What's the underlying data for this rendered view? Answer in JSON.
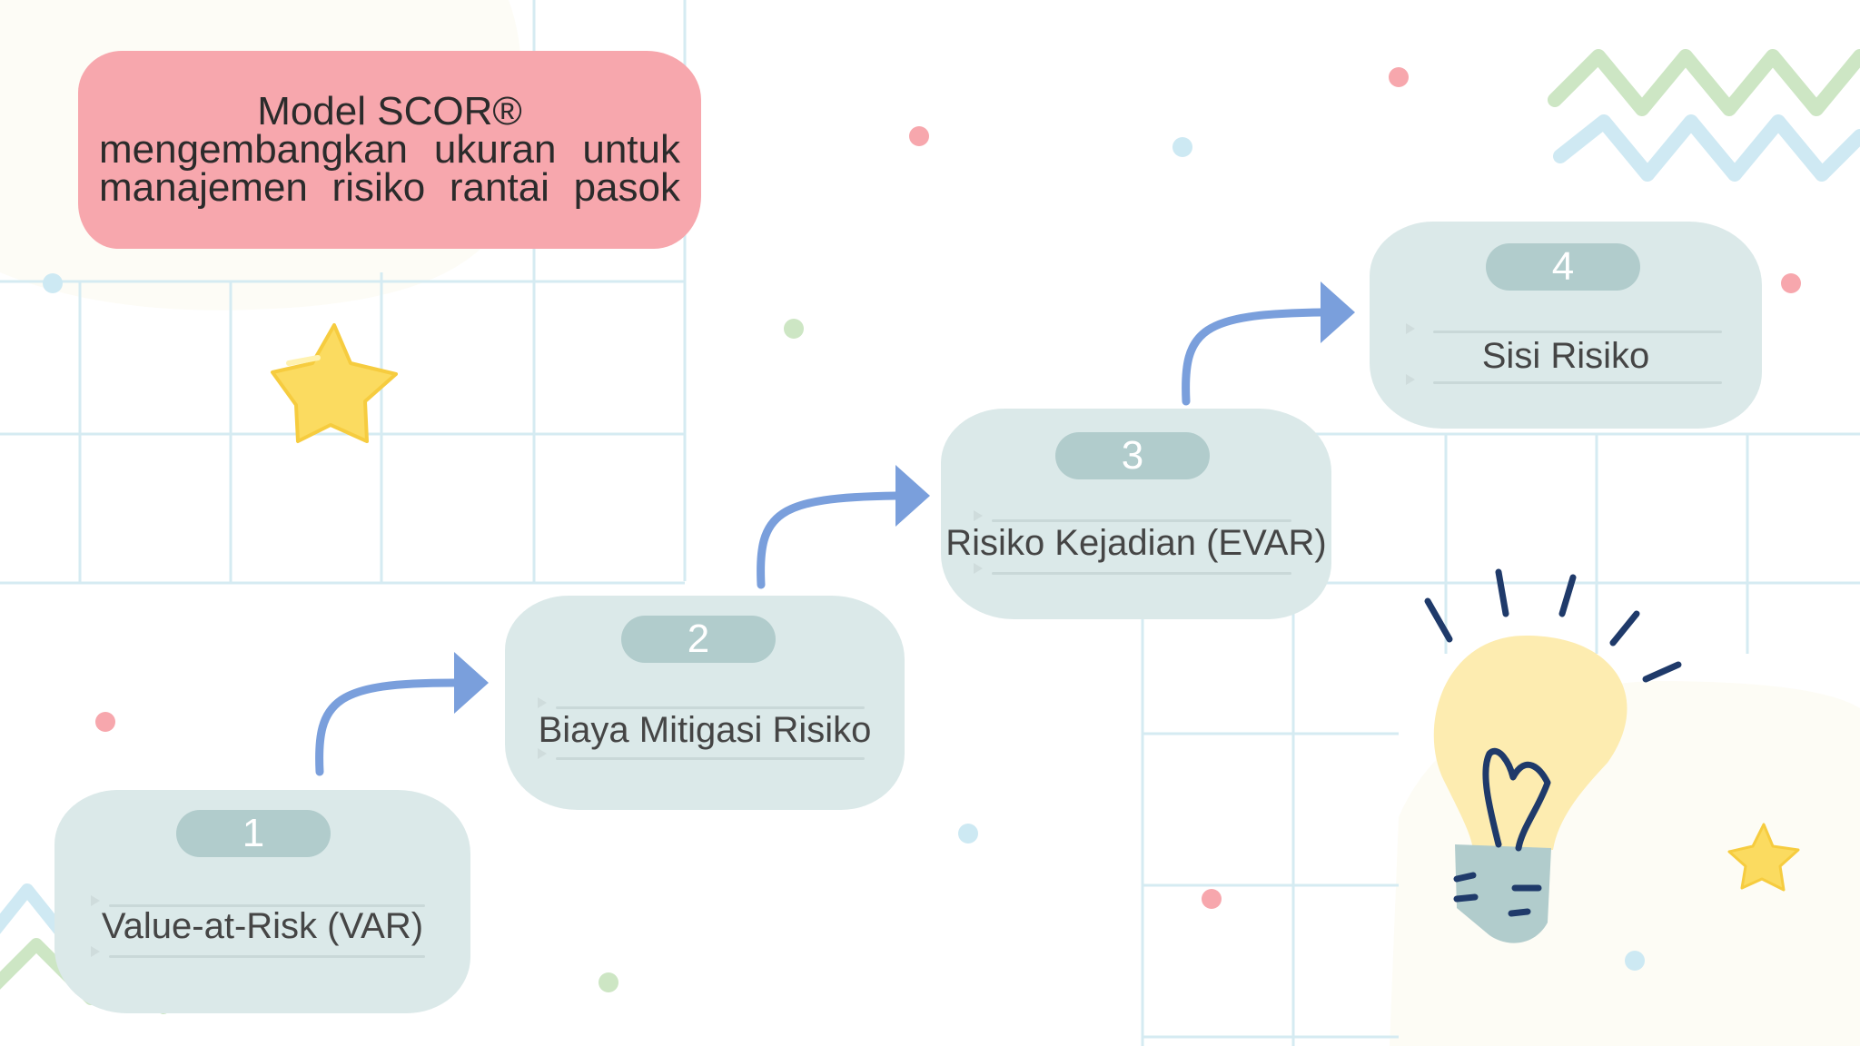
{
  "title": {
    "lines": [
      "Model SCOR®",
      "mengembangkan  ukuran  untuk",
      "manajemen  risiko  rantai  pasok"
    ]
  },
  "steps": [
    {
      "number": "1",
      "label": "Value-at-Risk (VAR)"
    },
    {
      "number": "2",
      "label": "Biaya Mitigasi  Risiko"
    },
    {
      "number": "3",
      "label": "Risiko Kejadian (EVAR)"
    },
    {
      "number": "4",
      "label": "Sisi Risiko"
    }
  ],
  "colors": {
    "title_bg": "#f7a7ad",
    "card_bg": "#dbe9e9",
    "badge_bg": "#b1cccc",
    "arrow": "#7a9fdc",
    "grid": "#d5ebf2"
  },
  "icons": [
    "star-icon",
    "lightbulb-icon",
    "zigzag-decoration",
    "grid-decoration"
  ]
}
